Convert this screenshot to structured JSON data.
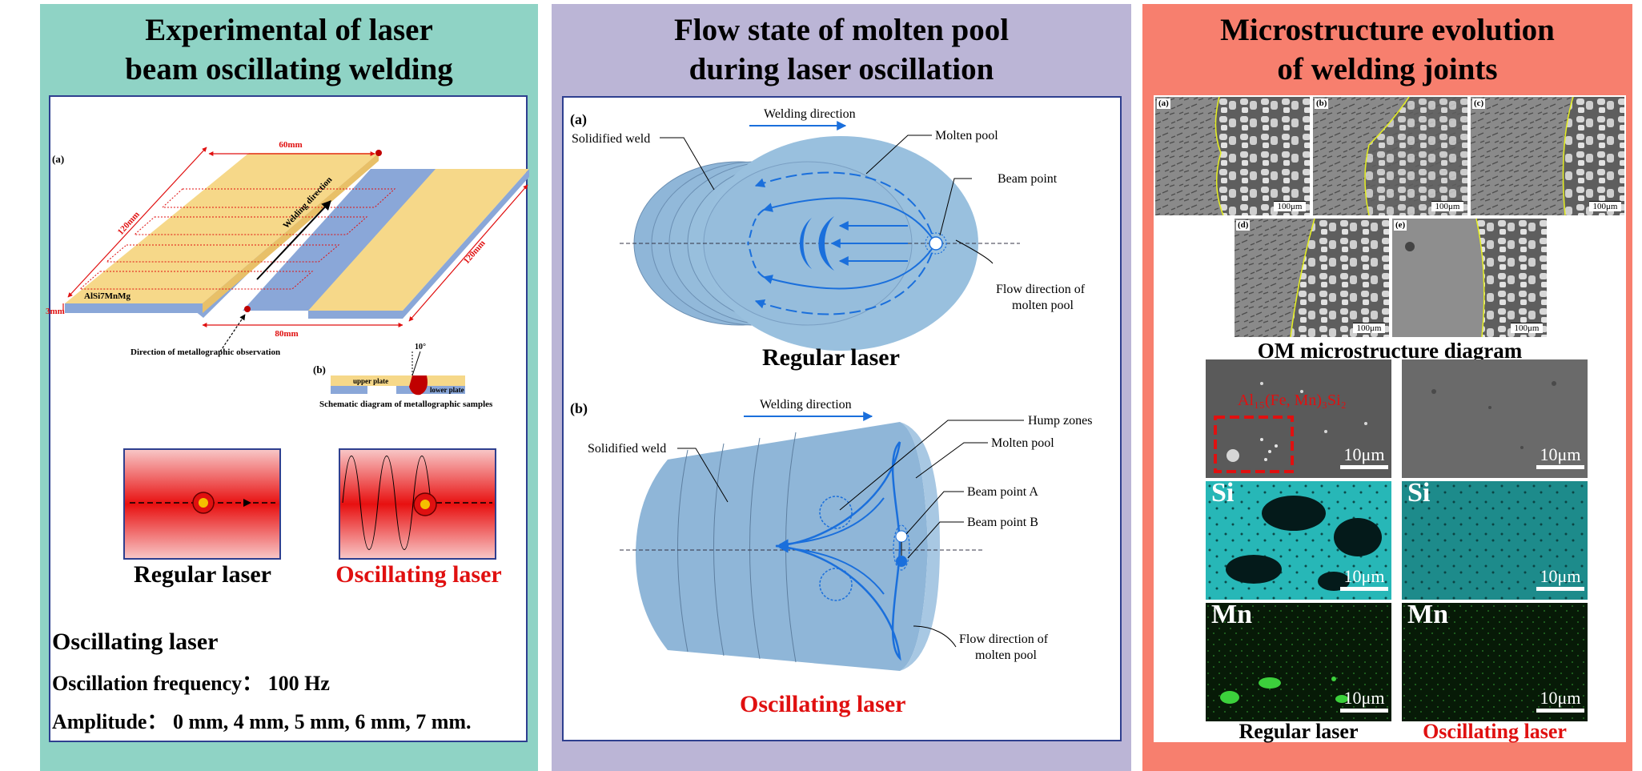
{
  "colors": {
    "left_bg": "#8fd3c5",
    "mid_bg": "#bbb5d6",
    "right_bg": "#f77f6e",
    "frame": "#2e3f8f",
    "red": "#e01010",
    "blue": "#1a6fdc",
    "pool": "#8fb6d8"
  },
  "panel1": {
    "title_line1": "Experimental of laser",
    "title_line2": "beam oscillating welding",
    "tag_a": "(a)",
    "dim_60": "60mm",
    "dim_120_left": "120mm",
    "dim_120_right": "120mm",
    "dim_80": "80mm",
    "dim_3": "3mm",
    "welding_direction": "Welding direction",
    "alloy": "AlSi7MnMg",
    "metallographic_direction": "Direction of metallographic observation",
    "tag_b": "(b)",
    "angle": "10°",
    "upper_plate": "upper plate",
    "lower_plate": "lower plate",
    "schematic_caption": "Schematic diagram of metallographic samples",
    "regular_label": "Regular laser",
    "oscillating_label": "Oscillating laser",
    "params_title": "Oscillating laser",
    "freq_line": "Oscillation frequency： 100 Hz",
    "amp_line": "Amplitude： 0 mm, 4 mm, 5 mm, 6 mm,  7 mm."
  },
  "panel2": {
    "title_line1": "Flow state of molten pool",
    "title_line2": "during laser oscillation",
    "tag_a": "(a)",
    "welding_direction_a": "Welding direction",
    "solidified_a": "Solidified weld",
    "molten_a": "Molten pool",
    "beam_point": "Beam point",
    "flow_a_1": "Flow direction of",
    "flow_a_2": "molten pool",
    "regular_label": "Regular laser",
    "tag_b": "(b)",
    "welding_direction_b": "Welding direction",
    "solidified_b": "Solidified weld",
    "hump": "Hump zones",
    "molten_b": "Molten pool",
    "beam_a": "Beam point A",
    "beam_b": "Beam point B",
    "flow_b_1": "Flow direction of",
    "flow_b_2": "molten pool",
    "oscillating_label": "Oscillating laser"
  },
  "panel3": {
    "title_line1": "Microstructure evolution",
    "title_line2": "of welding joints",
    "om_tags": [
      "(a)",
      "(b)",
      "(c)",
      "(d)",
      "(e)"
    ],
    "om_scale": "100μm",
    "om_caption": "OM microstructure diagram",
    "phase": "Al₁₅(Fe, Mn)₃Si₂",
    "sem_scale": "10μm",
    "si": "Si",
    "mn": "Mn",
    "regular_label": "Regular laser",
    "oscillating_label": "Oscillating laser"
  }
}
